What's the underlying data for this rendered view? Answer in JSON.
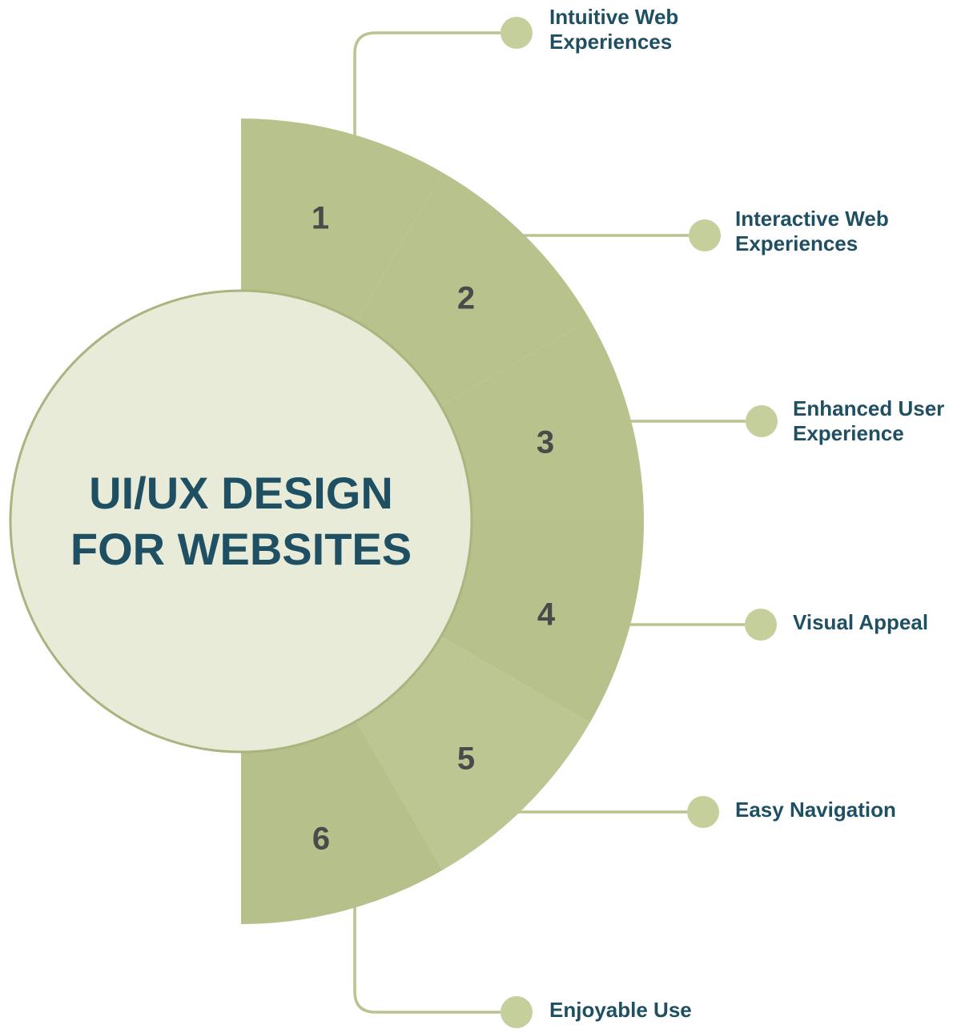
{
  "title": {
    "line1": "UI/UX DESIGN",
    "line2": "FOR WEBSITES"
  },
  "segments": [
    {
      "number": "1",
      "label_line1": "Intuitive Web",
      "label_line2": "Experiences"
    },
    {
      "number": "2",
      "label_line1": "Interactive Web",
      "label_line2": "Experiences"
    },
    {
      "number": "3",
      "label_line1": "Enhanced User",
      "label_line2": "Experience"
    },
    {
      "number": "4",
      "label_line1": "Visual Appeal",
      "label_line2": ""
    },
    {
      "number": "5",
      "label_line1": "Easy Navigation",
      "label_line2": ""
    },
    {
      "number": "6",
      "label_line1": "Enjoyable Use",
      "label_line2": ""
    }
  ],
  "colors": {
    "canvas_bg": "#ffffff",
    "segment_fill_1": "#b8c28d",
    "segment_fill_2": "#b8c28d",
    "segment_fill_3": "#b8c28d",
    "segment_fill_4": "#b7c18c",
    "segment_fill_5": "#bcc692",
    "segment_fill_6": "#b5c08a",
    "center_fill": "#e8ebd7",
    "center_stroke": "#a9b47e",
    "connector": "#b9c491",
    "bullet": "#c5cf9b",
    "text_teal": "#1e4f63",
    "number_gray": "#4a4a4a"
  }
}
